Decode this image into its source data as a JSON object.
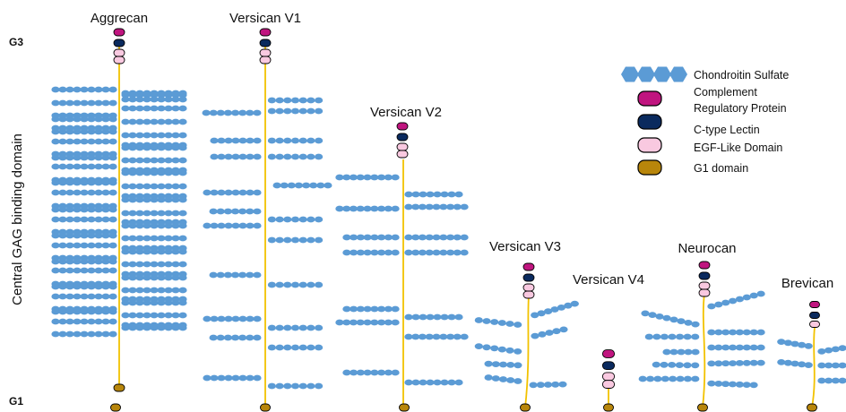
{
  "labels": {
    "g3": "G3",
    "g1": "G1",
    "axis": "Central GAG binding domain"
  },
  "proteins": [
    {
      "name": "Aggrecan"
    },
    {
      "name": "Versican V1"
    },
    {
      "name": "Versican V2"
    },
    {
      "name": "Versican V3"
    },
    {
      "name": "Versican V4"
    },
    {
      "name": "Neurocan"
    },
    {
      "name": "Brevican"
    }
  ],
  "legend": {
    "chondroitin_sulfate": "Chondroitin Sulfate",
    "complement_line1": "Complement",
    "complement_line2": "Regulatory Protein",
    "lectin": "C-type Lectin",
    "egf": "EGF-Like Domain",
    "g1": "G1 domain"
  },
  "colors": {
    "core": "#f2c200",
    "chain": "#5b9bd5",
    "complement": "#c0157f",
    "lectin": "#0a2a5e",
    "egf": "#f9c9e0",
    "g1": "#b8860b"
  }
}
